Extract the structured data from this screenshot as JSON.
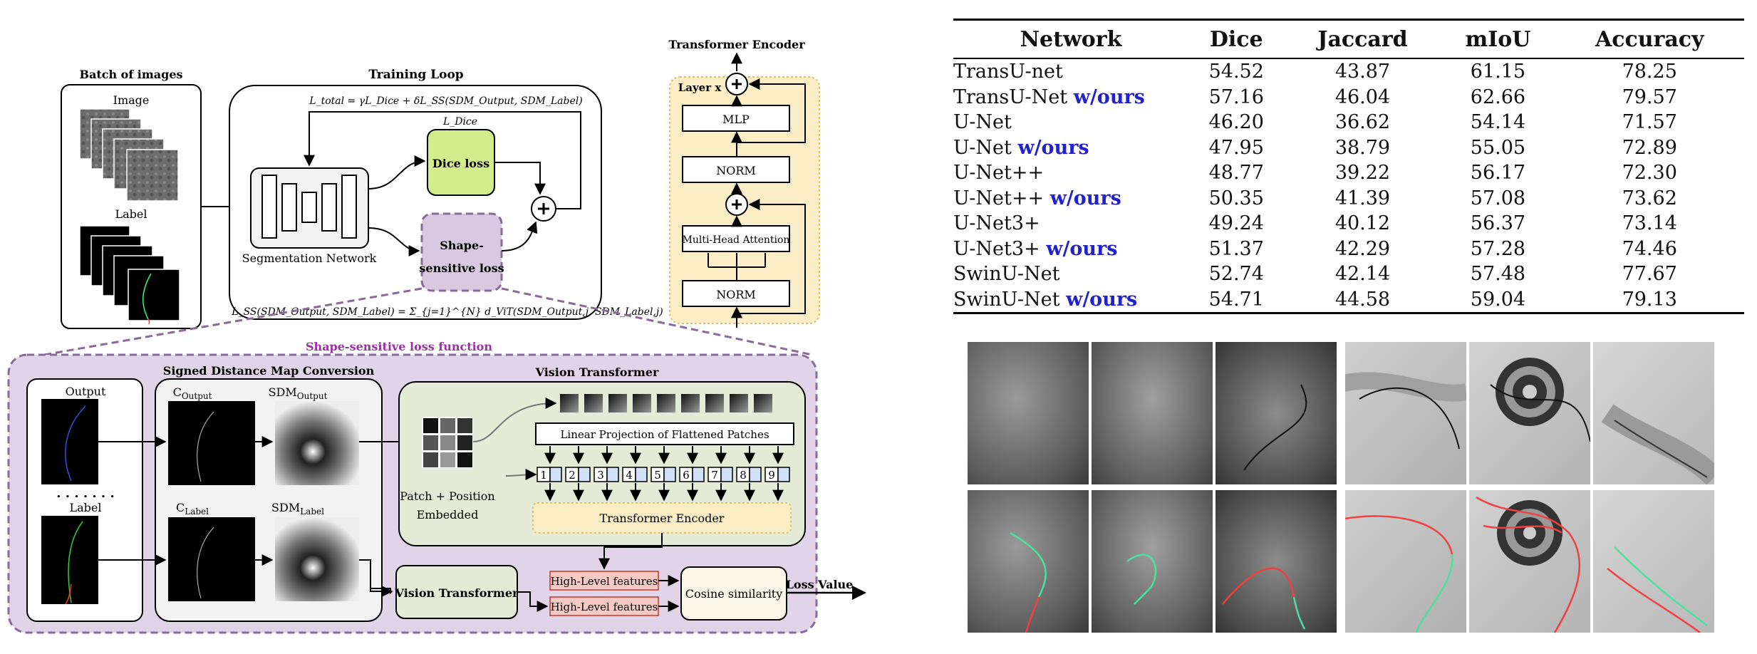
{
  "diagram": {
    "batch_title": "Batch of images",
    "image_label": "Image",
    "label_label": "Label",
    "training_loop_title": "Training Loop",
    "total_formula": "L_total = γL_Dice + δL_SS(SDM_Output, SDM_Label)",
    "dice_formula": "L_Dice",
    "dice_loss": "Dice loss",
    "shape_loss_line1": "Shape-",
    "shape_loss_line2": "sensitive loss",
    "seg_network": "Segmentation Network",
    "ss_formula": "L_SS(SDM_Output, SDM_Label) = Σ_{j=1}^{N} d_ViT(SDM_Output,j, SDM_Label,j)",
    "transformer_encoder_title": "Transformer Encoder",
    "layer_x": "Layer x",
    "mlp": "MLP",
    "norm_top": "NORM",
    "mha": "Multi-Head Attention",
    "norm_bottom": "NORM",
    "shape_fn_title": "Shape-sensitive loss function",
    "sdm_conv_title": "Signed Distance Map Conversion",
    "output_label": "Output",
    "dots": ". . . . . . .",
    "label2": "Label",
    "c_output": "C",
    "c_output_sub": "Output",
    "sdm_output": "SDM",
    "sdm_output_sub": "Output",
    "c_label": "C",
    "c_label_sub": "Label",
    "sdm_label": "SDM",
    "sdm_label_sub": "Label",
    "vit_title": "Vision Transformer",
    "linear_proj": "Linear Projection of Flattened Patches",
    "patch_pos_line1": "Patch + Position",
    "patch_pos_line2": "Embedded",
    "transformer_encoder": "Transformer Encoder",
    "patch_numbers": [
      "1",
      "2",
      "3",
      "4",
      "5",
      "6",
      "7",
      "8",
      "9"
    ],
    "vit_box": "Vision Transformer",
    "high_level_1": "High-Level features",
    "high_level_2": "High-Level features",
    "cosine": "Cosine similarity",
    "loss_value": "Loss Value"
  },
  "table": {
    "headers": [
      "Network",
      "Dice",
      "Jaccard",
      "mIoU",
      "Accuracy"
    ],
    "rows": [
      {
        "name": "TransU-net",
        "suffix": "",
        "dice": "54.52",
        "jaccard": "43.87",
        "miou": "61.15",
        "acc": "78.25"
      },
      {
        "name": "TransU-Net ",
        "suffix": "w/ours",
        "dice": "57.16",
        "jaccard": "46.04",
        "miou": "62.66",
        "acc": "79.57"
      },
      {
        "name": "U-Net",
        "suffix": "",
        "dice": "46.20",
        "jaccard": "36.62",
        "miou": "54.14",
        "acc": "71.57"
      },
      {
        "name": "U-Net ",
        "suffix": "w/ours",
        "dice": "47.95",
        "jaccard": "38.79",
        "miou": "55.05",
        "acc": "72.89"
      },
      {
        "name": "U-Net++",
        "suffix": "",
        "dice": "48.77",
        "jaccard": "39.22",
        "miou": "56.17",
        "acc": "72.30"
      },
      {
        "name": "U-Net++ ",
        "suffix": "w/ours",
        "dice": "50.35",
        "jaccard": "41.39",
        "miou": "57.08",
        "acc": "73.62"
      },
      {
        "name": "U-Net3+",
        "suffix": "",
        "dice": "49.24",
        "jaccard": "40.12",
        "miou": "56.37",
        "acc": "73.14"
      },
      {
        "name": "U-Net3+ ",
        "suffix": "w/ours",
        "dice": "51.37",
        "jaccard": "42.29",
        "miou": "57.28",
        "acc": "74.46"
      },
      {
        "name": "SwinU-Net",
        "suffix": "",
        "dice": "52.74",
        "jaccard": "42.14",
        "miou": "57.48",
        "acc": "77.67"
      },
      {
        "name": "SwinU-Net ",
        "suffix": "w/ours",
        "dice": "54.71",
        "jaccard": "44.58",
        "miou": "59.04",
        "acc": "79.13"
      }
    ]
  },
  "colors": {
    "dice_green": "#d3ec8c",
    "shape_purple": "#d9c8df",
    "outer_purple": "#e2d4e8",
    "dash_purple": "#8a6a9a",
    "title_purple": "#9b2fa8",
    "encoder_yellow": "#fbeec6",
    "vit_green": "#e4ecd8",
    "feature_red": "#f6c9c4",
    "ours_blue": "#2222cc",
    "curve_red": "#f04040",
    "curve_green": "#4de0a0"
  }
}
